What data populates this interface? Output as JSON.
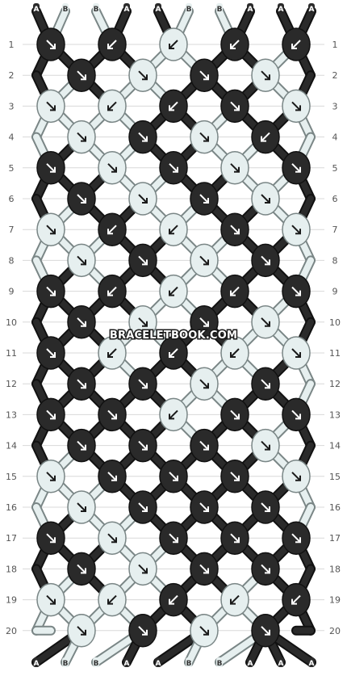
{
  "colors": {
    "A": "#2a2a2a",
    "B": "#e6efef",
    "A_stroke": "#111111",
    "B_stroke": "#7a8686",
    "arrow_on_A": "#ffffff",
    "arrow_on_B": "#1a1a1a",
    "row_line": "#d8d8d8"
  },
  "strands": {
    "top": [
      "A",
      "B",
      "B",
      "A",
      "A",
      "B",
      "B",
      "A",
      "A",
      "A"
    ],
    "bottom": [
      "A",
      "B",
      "B",
      "A",
      "A",
      "B",
      "B",
      "A",
      "A",
      "A"
    ]
  },
  "row_numbers": [
    "1",
    "2",
    "3",
    "4",
    "5",
    "6",
    "7",
    "8",
    "9",
    "10",
    "11",
    "12",
    "13",
    "14",
    "15",
    "16",
    "17",
    "18",
    "19",
    "20"
  ],
  "watermark": "BRACELETBOOK.COM",
  "knot_rows": [
    [
      {
        "c": "A",
        "d": "se"
      },
      {
        "c": "A",
        "d": "sw"
      },
      {
        "c": "B",
        "d": "sw"
      },
      {
        "c": "A",
        "d": "sw"
      },
      {
        "c": "A",
        "d": "sw"
      }
    ],
    [
      {
        "c": "A",
        "d": "se"
      },
      {
        "c": "B",
        "d": "se"
      },
      {
        "c": "A",
        "d": "se"
      },
      {
        "c": "B",
        "d": "se"
      }
    ],
    [
      {
        "c": "B",
        "d": "se"
      },
      {
        "c": "B",
        "d": "sw"
      },
      {
        "c": "A",
        "d": "sw"
      },
      {
        "c": "A",
        "d": "se"
      },
      {
        "c": "B",
        "d": "se"
      }
    ],
    [
      {
        "c": "B",
        "d": "se"
      },
      {
        "c": "A",
        "d": "se"
      },
      {
        "c": "B",
        "d": "se"
      },
      {
        "c": "A",
        "d": "sw"
      }
    ],
    [
      {
        "c": "A",
        "d": "se"
      },
      {
        "c": "B",
        "d": "se"
      },
      {
        "c": "A",
        "d": "se"
      },
      {
        "c": "B",
        "d": "se"
      },
      {
        "c": "A",
        "d": "se"
      }
    ],
    [
      {
        "c": "A",
        "d": "se"
      },
      {
        "c": "B",
        "d": "se"
      },
      {
        "c": "A",
        "d": "se"
      },
      {
        "c": "B",
        "d": "se"
      }
    ],
    [
      {
        "c": "B",
        "d": "se"
      },
      {
        "c": "A",
        "d": "sw"
      },
      {
        "c": "B",
        "d": "sw"
      },
      {
        "c": "A",
        "d": "se"
      },
      {
        "c": "B",
        "d": "se"
      }
    ],
    [
      {
        "c": "B",
        "d": "se"
      },
      {
        "c": "A",
        "d": "se"
      },
      {
        "c": "B",
        "d": "se"
      },
      {
        "c": "A",
        "d": "se"
      }
    ],
    [
      {
        "c": "A",
        "d": "se"
      },
      {
        "c": "A",
        "d": "sw"
      },
      {
        "c": "B",
        "d": "sw"
      },
      {
        "c": "A",
        "d": "sw"
      },
      {
        "c": "A",
        "d": "se"
      }
    ],
    [
      {
        "c": "A",
        "d": "se"
      },
      {
        "c": "B",
        "d": "se"
      },
      {
        "c": "A",
        "d": "se"
      },
      {
        "c": "B",
        "d": "se"
      }
    ],
    [
      {
        "c": "A",
        "d": "se"
      },
      {
        "c": "B",
        "d": "sw"
      },
      {
        "c": "A",
        "d": "sw"
      },
      {
        "c": "B",
        "d": "sw"
      },
      {
        "c": "B",
        "d": "se"
      }
    ],
    [
      {
        "c": "A",
        "d": "se"
      },
      {
        "c": "A",
        "d": "se"
      },
      {
        "c": "B",
        "d": "se"
      },
      {
        "c": "A",
        "d": "se"
      }
    ],
    [
      {
        "c": "A",
        "d": "se"
      },
      {
        "c": "A",
        "d": "se"
      },
      {
        "c": "B",
        "d": "sw"
      },
      {
        "c": "A",
        "d": "se"
      },
      {
        "c": "A",
        "d": "se"
      }
    ],
    [
      {
        "c": "A",
        "d": "se"
      },
      {
        "c": "A",
        "d": "se"
      },
      {
        "c": "A",
        "d": "se"
      },
      {
        "c": "B",
        "d": "se"
      }
    ],
    [
      {
        "c": "B",
        "d": "se"
      },
      {
        "c": "A",
        "d": "se"
      },
      {
        "c": "A",
        "d": "se"
      },
      {
        "c": "A",
        "d": "se"
      },
      {
        "c": "B",
        "d": "se"
      }
    ],
    [
      {
        "c": "B",
        "d": "se"
      },
      {
        "c": "A",
        "d": "se"
      },
      {
        "c": "A",
        "d": "se"
      },
      {
        "c": "A",
        "d": "se"
      }
    ],
    [
      {
        "c": "A",
        "d": "se"
      },
      {
        "c": "B",
        "d": "se"
      },
      {
        "c": "A",
        "d": "se"
      },
      {
        "c": "A",
        "d": "se"
      },
      {
        "c": "A",
        "d": "se"
      }
    ],
    [
      {
        "c": "A",
        "d": "se"
      },
      {
        "c": "B",
        "d": "se"
      },
      {
        "c": "A",
        "d": "se"
      },
      {
        "c": "A",
        "d": "se"
      }
    ],
    [
      {
        "c": "B",
        "d": "se"
      },
      {
        "c": "B",
        "d": "sw"
      },
      {
        "c": "A",
        "d": "sw"
      },
      {
        "c": "B",
        "d": "sw"
      },
      {
        "c": "A",
        "d": "sw"
      }
    ],
    [
      {
        "c": "B",
        "d": "se"
      },
      {
        "c": "A",
        "d": "se"
      },
      {
        "c": "B",
        "d": "se"
      },
      {
        "c": "A",
        "d": "se"
      }
    ]
  ]
}
